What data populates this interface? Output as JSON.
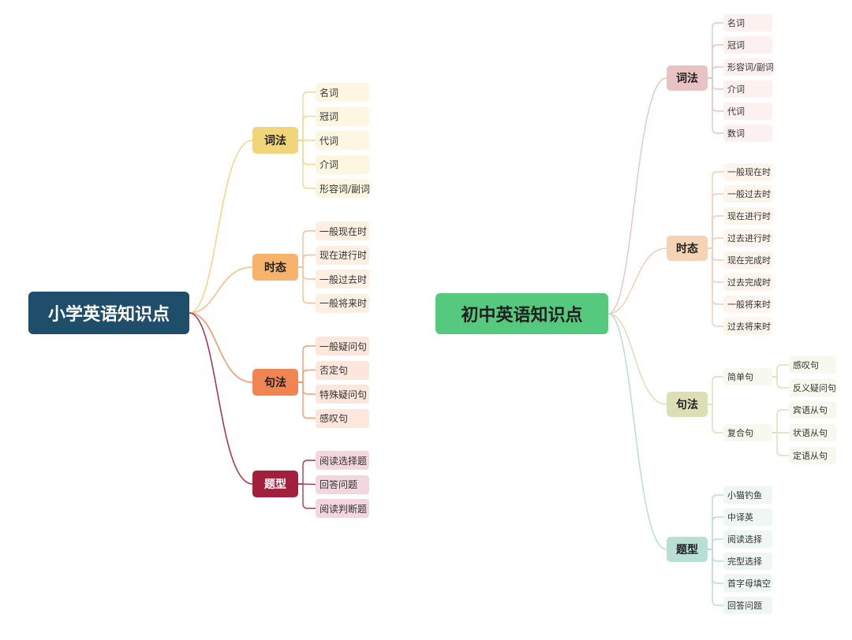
{
  "left": {
    "root": {
      "label": "小学英语知识点",
      "color": "#1f4e6b"
    },
    "branches": [
      {
        "label": "词法",
        "color": "#f0d57a",
        "line": "#efd88a",
        "leafBg": "#fdf6e1",
        "items": [
          "名词",
          "冠词",
          "代词",
          "介词",
          "形容词/副词"
        ]
      },
      {
        "label": "时态",
        "color": "#f7b36c",
        "line": "#f5c08a",
        "leafBg": "#fdf0e3",
        "items": [
          "一般现在时",
          "现在进行时",
          "一般过去时",
          "一般将来时"
        ]
      },
      {
        "label": "句法",
        "color": "#f28452",
        "line": "#f09a70",
        "leafBg": "#fde6dc",
        "items": [
          "一般疑问句",
          "否定句",
          "特殊疑问句",
          "感叹句"
        ]
      },
      {
        "label": "题型",
        "color": "#a3203c",
        "line": "#a53a52",
        "leafBg": "#f2d8de",
        "items": [
          "阅读选择题",
          "回答问题",
          "阅读判断题"
        ]
      }
    ]
  },
  "right": {
    "root": {
      "label": "初中英语知识点",
      "color": "#55c97e"
    },
    "branches": [
      {
        "label": "词法",
        "color": "#e9c3c3",
        "line": "#e5c4c4",
        "leafBg": "#fcf0f0",
        "items": [
          "名词",
          "冠词",
          "形容词/副词",
          "介词",
          "代词",
          "数词"
        ]
      },
      {
        "label": "时态",
        "color": "#f5d3b5",
        "line": "#f0ceb0",
        "leafBg": "#fdf4ec",
        "items": [
          "一般现在时",
          "一般过去时",
          "现在进行时",
          "过去进行时",
          "现在完成时",
          "过去完成时",
          "一般将来时",
          "过去将来时"
        ]
      },
      {
        "label": "句法",
        "color": "#dcdfb4",
        "line": "#dadfb7",
        "leafBg": "#f8f9ee",
        "sub": [
          {
            "label": "简单句",
            "items": [
              "感叹句",
              "反义疑问句"
            ]
          },
          {
            "label": "复合句",
            "items": [
              "宾语从句",
              "状语从句",
              "定语从句"
            ]
          }
        ]
      },
      {
        "label": "题型",
        "color": "#b7dfd4",
        "line": "#b7dbd1",
        "leafBg": "#eef7f4",
        "items": [
          "小猫钓鱼",
          "中译英",
          "阅读选择",
          "完型选择",
          "首字母填空",
          "回答问题"
        ]
      }
    ]
  }
}
